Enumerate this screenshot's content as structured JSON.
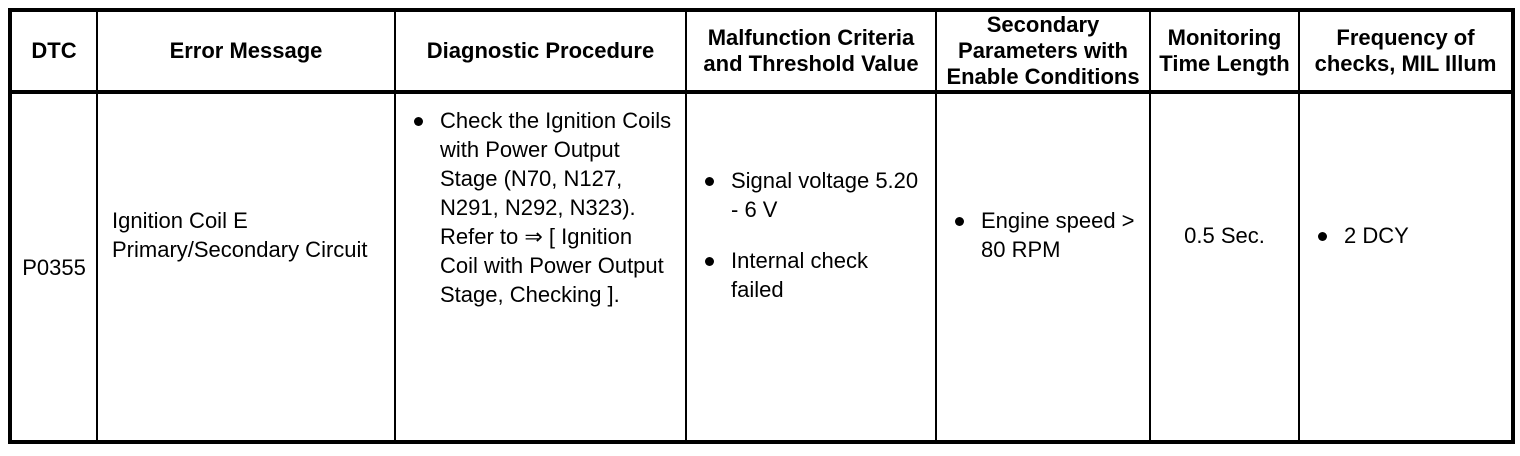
{
  "table": {
    "headers": [
      {
        "key": "dtc",
        "label": "DTC"
      },
      {
        "key": "err",
        "label": "Error Message"
      },
      {
        "key": "diag",
        "label": "Diagnostic Procedure"
      },
      {
        "key": "mal",
        "label": "Malfunction Criteria and Threshold Value"
      },
      {
        "key": "sec",
        "label": "Secondary Parameters with Enable Conditions"
      },
      {
        "key": "mon",
        "label": "Monitoring Time Length"
      },
      {
        "key": "freq",
        "label": "Frequency of checks, MIL Illum"
      }
    ],
    "rows": [
      {
        "dtc": "P0355",
        "error_message": "Ignition Coil E Primary/Secondary Circuit",
        "diagnostic_procedure": [
          "Check the Ignition Coils with Power Output Stage (N70, N127, N291, N292, N323). Refer to ⇒ [ Ignition Coil with Power Output Stage, Checking ]."
        ],
        "malfunction_criteria": [
          "Signal voltage 5.20 - 6 V",
          "Internal check failed"
        ],
        "secondary_parameters": [
          "Engine speed > 80 RPM"
        ],
        "monitoring_time_length": "0.5 Sec.",
        "frequency_of_checks": [
          "2 DCY"
        ]
      }
    ]
  },
  "style": {
    "border_color": "#000000",
    "background": "#ffffff",
    "text_color": "#000000"
  }
}
